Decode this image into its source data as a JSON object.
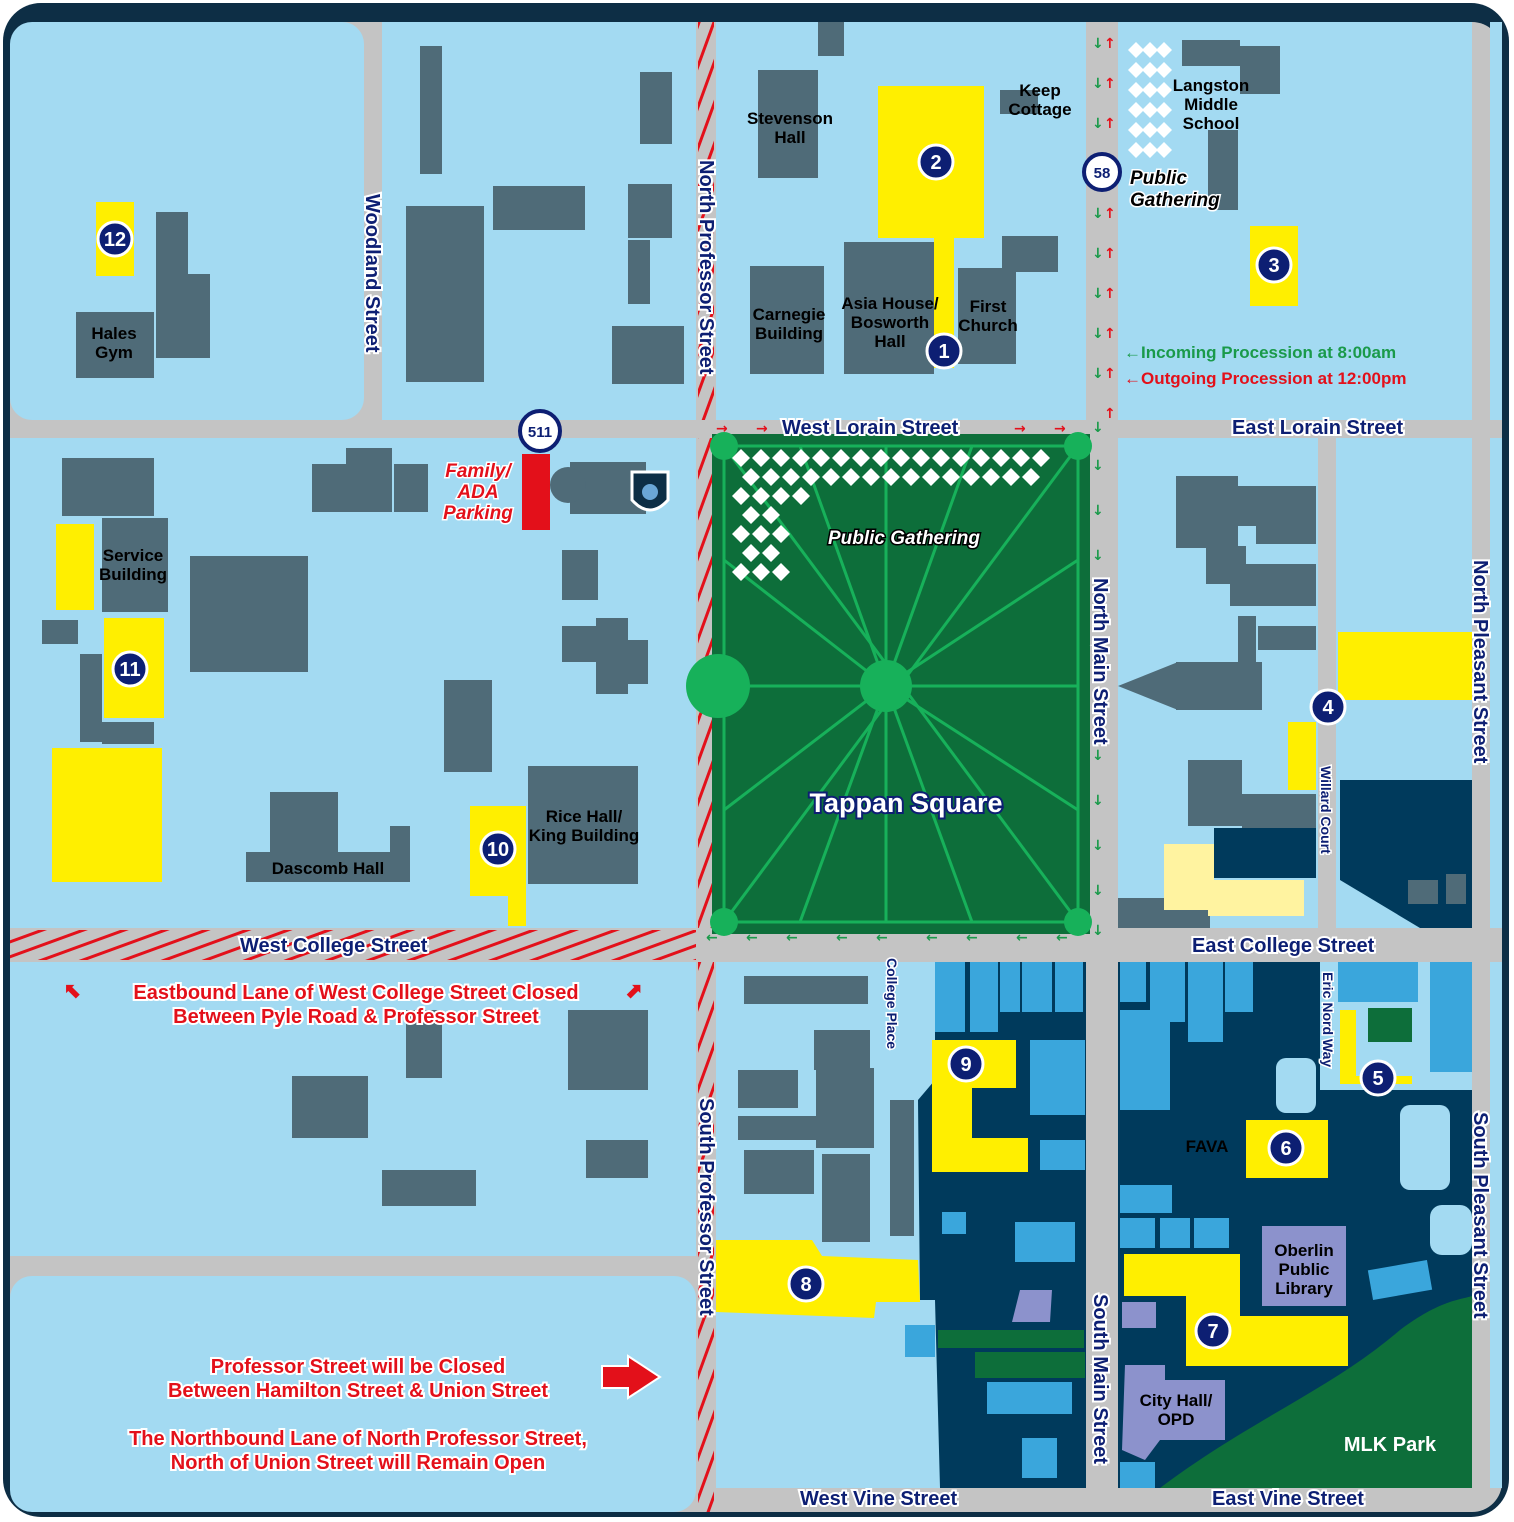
{
  "streets": {
    "woodland": "Woodland Street",
    "north_professor": "North Professor Street",
    "south_professor": "South Professor Street",
    "north_main": "North Main Street",
    "south_main": "South Main Street",
    "north_pleasant": "North Pleasant Street",
    "south_pleasant": "South Pleasant Street",
    "west_lorain": "West Lorain Street",
    "east_lorain": "East Lorain Street",
    "west_college": "West College Street",
    "east_college": "East College Street",
    "west_vine": "West Vine Street",
    "east_vine": "East Vine Street",
    "willard": "Willard Court",
    "college_place": "College Place",
    "eric_nord": "Eric Nord Way"
  },
  "buildings": {
    "stevenson": [
      "Stevenson",
      "Hall"
    ],
    "keep": [
      "Keep",
      "Cottage"
    ],
    "langston": [
      "Langston",
      "Middle",
      "School"
    ],
    "carnegie": [
      "Carnegie",
      "Building"
    ],
    "asia": [
      "Asia House/",
      "Bosworth",
      "Hall"
    ],
    "first_church": [
      "First",
      "Church"
    ],
    "hales": [
      "Hales",
      "Gym"
    ],
    "service": [
      "Service",
      "Building"
    ],
    "rice": [
      "Rice Hall/",
      "King Building"
    ],
    "dascomb": "Dascomb Hall",
    "fava": "FAVA",
    "library": [
      "Oberlin",
      "Public",
      "Library"
    ],
    "city_hall": [
      "City Hall/",
      "OPD"
    ],
    "mlk": "MLK Park",
    "tappan": "Tappan Square"
  },
  "labels": {
    "public_gathering": "Public Gathering",
    "public_gathering_ne": [
      "Public",
      "Gathering"
    ],
    "family_parking": [
      "Family/",
      "ADA",
      "Parking"
    ],
    "route_511": "511",
    "route_58": "58"
  },
  "legend": {
    "incoming": "←Incoming Procession at 8:00am",
    "outgoing": "←Outgoing Procession at 12:00pm",
    "incoming_color": "#1a9a4a",
    "outgoing_color": "#e3101a"
  },
  "notices": {
    "eastbound": [
      "Eastbound Lane of West College Street Closed",
      "Between Pyle Road & Professor Street"
    ],
    "professor": [
      "Professor Street will be Closed",
      "Between Hamilton Street & Union Street"
    ],
    "northbound": [
      "The Northbound Lane of North Professor Street,",
      "North of Union Street will Remain Open"
    ]
  },
  "markers": [
    {
      "label": "1"
    },
    {
      "label": "2"
    },
    {
      "label": "3"
    },
    {
      "label": "4"
    },
    {
      "label": "5"
    },
    {
      "label": "6"
    },
    {
      "label": "7"
    },
    {
      "label": "8"
    },
    {
      "label": "9"
    },
    {
      "label": "10"
    },
    {
      "label": "11"
    },
    {
      "label": "12"
    }
  ],
  "colors": {
    "block": "#a3daf2",
    "road": "#c4c4c4",
    "building": "#4f6b78",
    "highlight": "#ffef00",
    "park": "#0d6e3a",
    "downtown": "#003a5c",
    "marker": "#0d1f73",
    "closed": "#e3101a"
  }
}
